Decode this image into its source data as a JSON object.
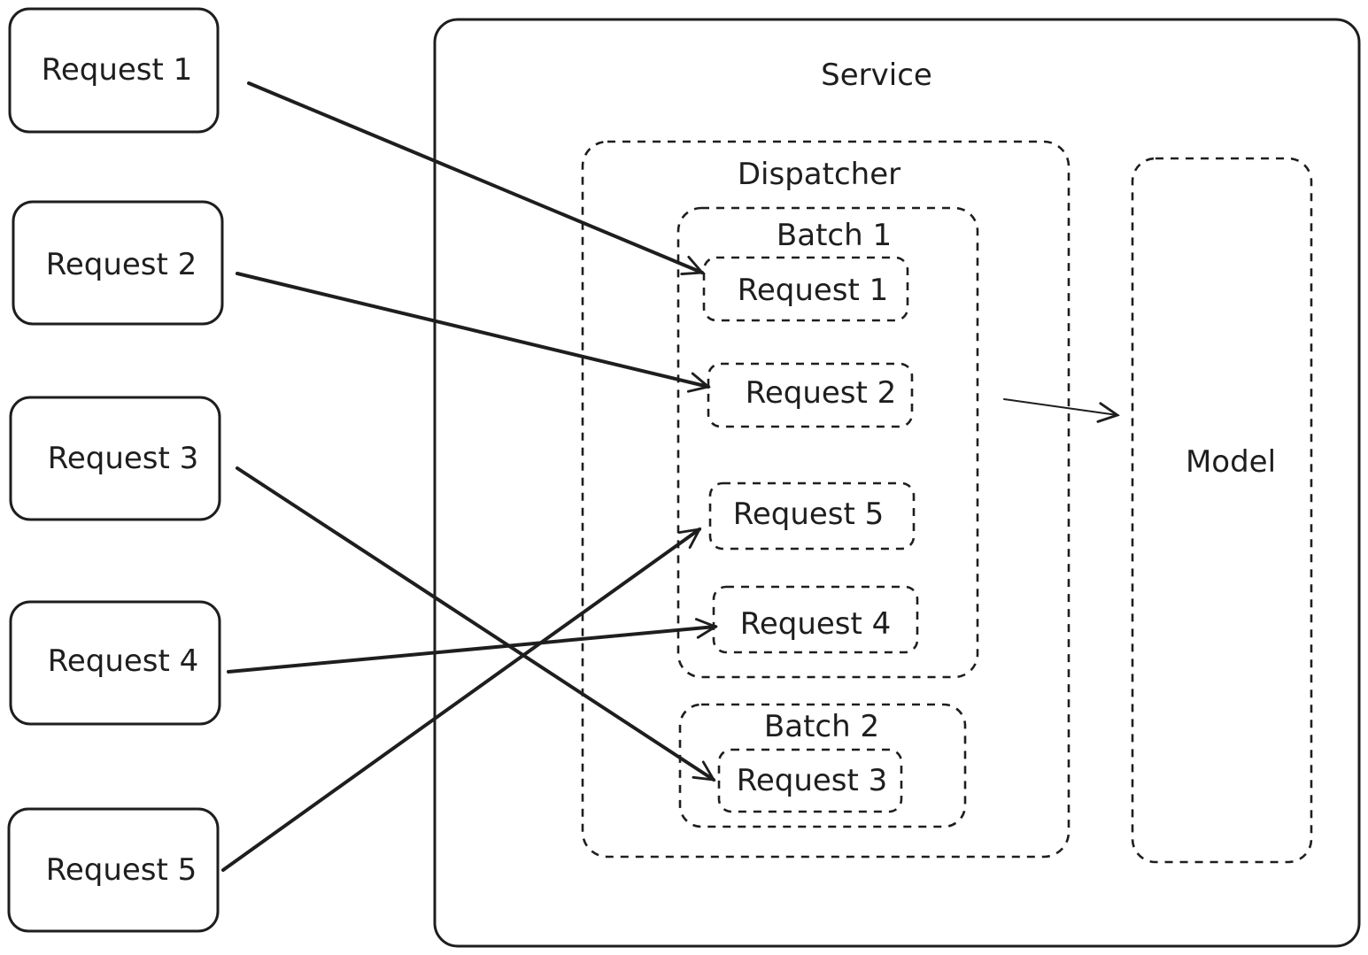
{
  "requests": [
    {
      "label": "Request 1"
    },
    {
      "label": "Request 2"
    },
    {
      "label": "Request 3"
    },
    {
      "label": "Request 4"
    },
    {
      "label": "Request 5"
    }
  ],
  "service": {
    "label": "Service"
  },
  "dispatcher": {
    "label": "Dispatcher"
  },
  "batches": [
    {
      "label": "Batch 1",
      "items": [
        "Request 1",
        "Request 2",
        "Request 5",
        "Request 4"
      ]
    },
    {
      "label": "Batch 2",
      "items": [
        "Request 3"
      ]
    }
  ],
  "model": {
    "label": "Model"
  },
  "colors": {
    "stroke": "#1e1e1e",
    "background": "#ffffff"
  }
}
